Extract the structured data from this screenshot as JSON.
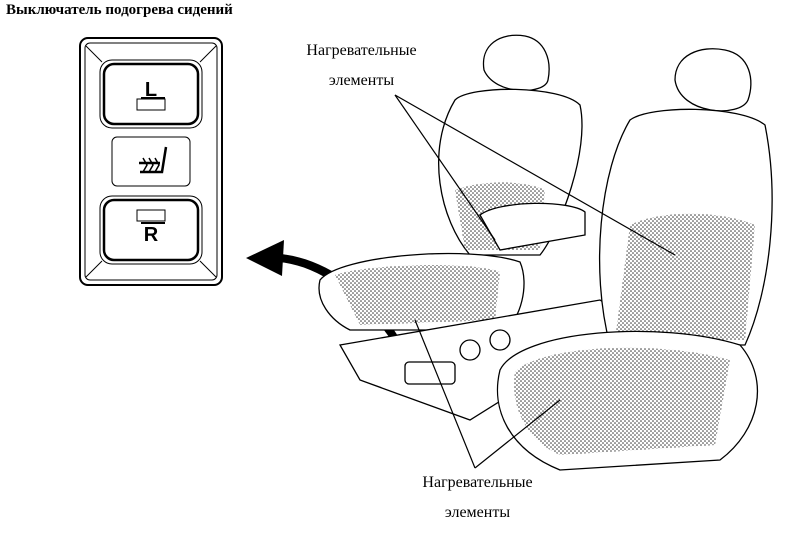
{
  "title": "Выключатель подогрева сидений",
  "labels": {
    "top": {
      "line1": "Нагревательные",
      "line2": "элементы"
    },
    "bottom": {
      "line1": "Нагревательные",
      "line2": "элементы"
    }
  },
  "switch_panel": {
    "left_button": "L",
    "center_icon": "seat-heater-icon",
    "right_button": "R"
  }
}
